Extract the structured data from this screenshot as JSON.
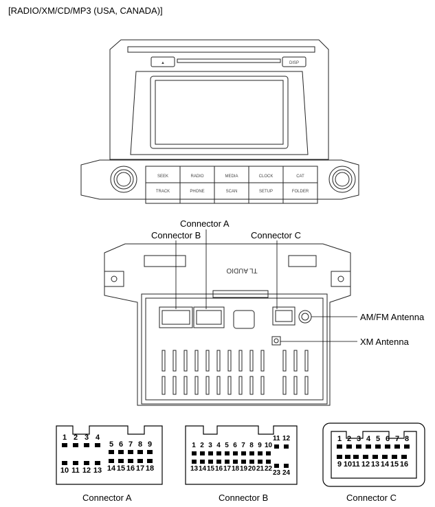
{
  "title": "[RADIO/XM/CD/MP3 (USA, CANADA)]",
  "front_panel": {
    "top_buttons": [
      "▲",
      "DISP"
    ],
    "buttons_row1": [
      "SEEK",
      "RADIO",
      "MEDIA",
      "CLOCK",
      "CAT"
    ],
    "buttons_row2": [
      "TRACK",
      "PHONE",
      "SCAN",
      "SETUP",
      "FOLDER"
    ]
  },
  "rear_panel": {
    "stamp": "TL AUDIO",
    "callouts": {
      "connector_a": "Connector A",
      "connector_b": "Connector B",
      "connector_c": "Connector C",
      "am_fm": "AM/FM Antenna",
      "xm": "XM Antenna"
    }
  },
  "connectors": [
    {
      "caption": "Connector A",
      "top_pins": [
        "1",
        "2",
        "3",
        "4",
        "5",
        "6",
        "7",
        "8",
        "9"
      ],
      "bottom_pins": [
        "10",
        "11",
        "12",
        "13",
        "14",
        "15",
        "16",
        "17",
        "18"
      ]
    },
    {
      "caption": "Connector B",
      "top_pins": [
        "1",
        "2",
        "3",
        "4",
        "5",
        "6",
        "7",
        "8",
        "9",
        "10",
        "11",
        "12"
      ],
      "bottom_pins": [
        "13",
        "14",
        "15",
        "16",
        "17",
        "18",
        "19",
        "20",
        "21",
        "22",
        "23",
        "24"
      ]
    },
    {
      "caption": "Connector C",
      "top_pins": [
        "1",
        "2",
        "3",
        "4",
        "5",
        "6",
        "7",
        "8"
      ],
      "bottom_pins": [
        "9",
        "10",
        "11",
        "12",
        "13",
        "14",
        "15",
        "16"
      ]
    }
  ]
}
